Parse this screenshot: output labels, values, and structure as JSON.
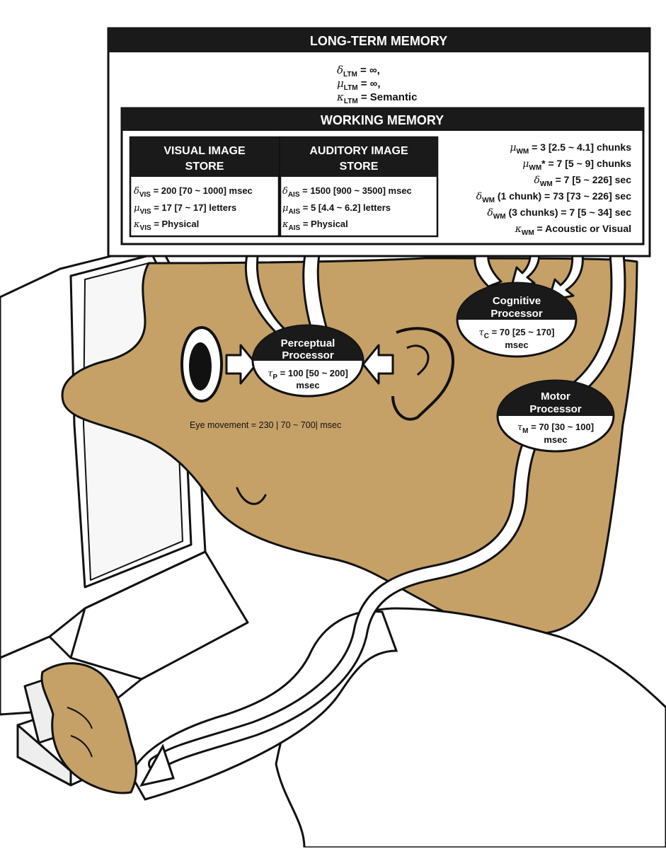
{
  "ltm": {
    "title": "LONG-TERM MEMORY",
    "lines": [
      {
        "sym": "δ",
        "sub": "LTM",
        "val": " = ∞,"
      },
      {
        "sym": "μ",
        "sub": "LTM",
        "val": " = ∞,"
      },
      {
        "sym": "κ",
        "sub": "LTM",
        "val": " = Semantic"
      }
    ]
  },
  "wm": {
    "title": "WORKING MEMORY",
    "lines": [
      {
        "sym": "μ",
        "sub": "WM",
        "val": " = 3 [2.5 ~ 4.1] chunks"
      },
      {
        "sym": "μ",
        "sub": "WM",
        "val": "* = 7 [5 ~ 9] chunks"
      },
      {
        "sym": "δ",
        "sub": "WM",
        "val": " = 7 [5 ~ 226] sec"
      },
      {
        "sym": "δ",
        "sub": "WM",
        "val": " (1 chunk) = 73 [73 ~ 226] sec"
      },
      {
        "sym": "δ",
        "sub": "WM",
        "val": " (3 chunks) = 7 [5 ~ 34] sec"
      },
      {
        "sym": "κ",
        "sub": "WM",
        "val": " = Acoustic or Visual"
      }
    ]
  },
  "vis": {
    "title1": "VISUAL IMAGE",
    "title2": "STORE",
    "lines": [
      {
        "sym": "δ",
        "sub": "VIS",
        "val": " = 200 [70 ~ 1000] msec"
      },
      {
        "sym": "μ",
        "sub": "VIS",
        "val": " = 17 [7 ~ 17] letters"
      },
      {
        "sym": "κ",
        "sub": "VIS",
        "val": " = Physical"
      }
    ]
  },
  "ais": {
    "title1": "AUDITORY IMAGE",
    "title2": "STORE",
    "lines": [
      {
        "sym": "δ",
        "sub": "AIS",
        "val": " = 1500 [900 ~ 3500] msec"
      },
      {
        "sym": "μ",
        "sub": "AIS",
        "val": " = 5 [4.4 ~ 6.2] letters"
      },
      {
        "sym": "κ",
        "sub": "AIS",
        "val": " = Physical"
      }
    ]
  },
  "perceptual": {
    "title1": "Perceptual",
    "title2": "Processor",
    "sym": "τ",
    "sub": "P",
    "val": " = 100 [50 ~ 200]",
    "unit": "msec"
  },
  "cognitive": {
    "title1": "Cognitive",
    "title2": "Processor",
    "sym": "τ",
    "sub": "C",
    "val": " = 70 [25 ~ 170]",
    "unit": "msec"
  },
  "motor": {
    "title1": "Motor",
    "title2": "Processor",
    "sym": "τ",
    "sub": "M",
    "val": " = 70 [30 ~ 100]",
    "unit": "msec"
  },
  "eye_movement": "Eye movement = 230 | 70 ~ 700| msec",
  "colors": {
    "skin": "#c5a067",
    "ink": "#111111",
    "paper": "#ffffff",
    "bar": "#1a1a1a"
  }
}
